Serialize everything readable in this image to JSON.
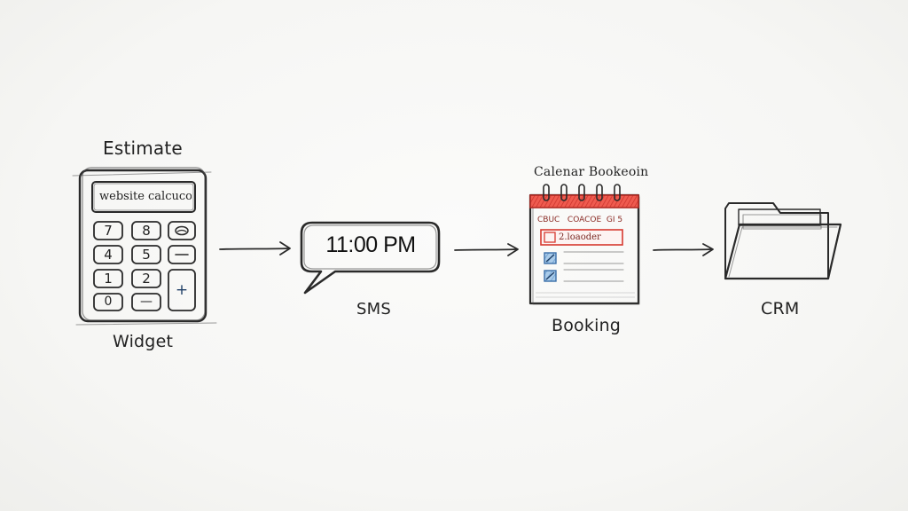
{
  "steps": [
    {
      "caption_top": "Estimate",
      "screen_text": "website calcucol",
      "caption_bottom": "Widget",
      "keys": [
        "7",
        "8",
        "",
        "4",
        "5",
        "",
        "1",
        "2",
        "",
        "0",
        "—",
        "+"
      ]
    },
    {
      "bubble_text": "11:00 PM",
      "caption_bottom": "SMS"
    },
    {
      "caption_top": "Calenar Bookeoin",
      "header_text": "CBUC   COACOE  GI 5",
      "row_text": "2.loaoder",
      "caption_bottom": "Booking"
    },
    {
      "caption_bottom": "CRM"
    }
  ],
  "colors": {
    "ink": "#2a2a2a",
    "blue_accent": "#7aaedc",
    "red_accent": "#e0443a"
  }
}
